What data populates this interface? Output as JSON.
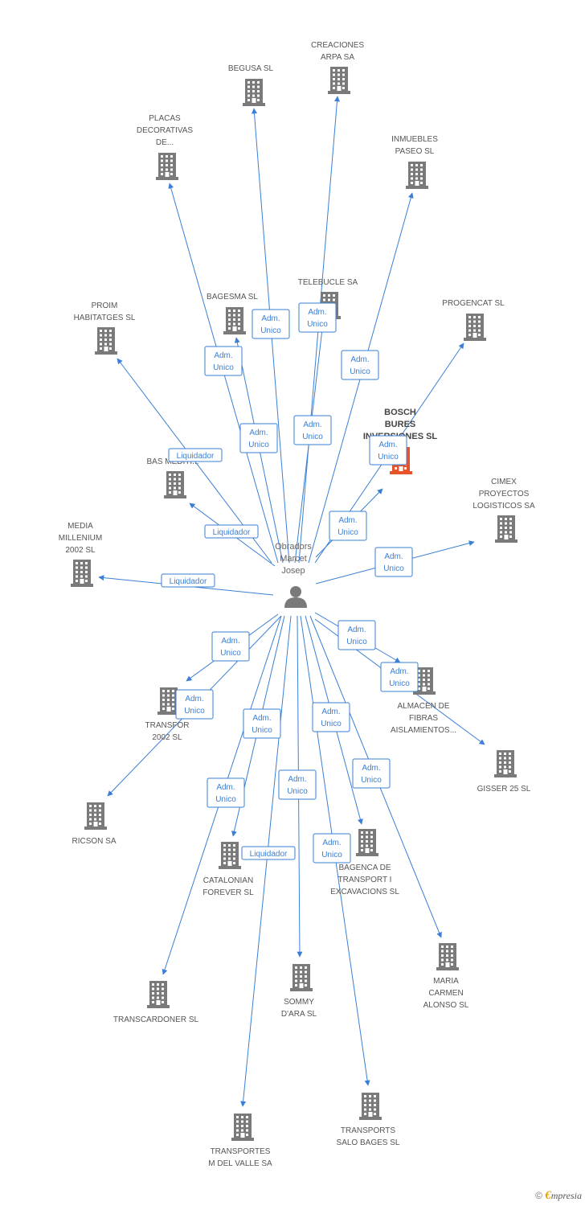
{
  "center": {
    "label": [
      "Obradors",
      "Marcet",
      "Josep"
    ]
  },
  "nodes": [
    {
      "id": "creaciones",
      "label": [
        "CREACIONES",
        "ARPA SA"
      ]
    },
    {
      "id": "begusa",
      "label": [
        "BEGUSA SL"
      ]
    },
    {
      "id": "placas",
      "label": [
        "PLACAS",
        "DECORATIVAS",
        "DE..."
      ]
    },
    {
      "id": "inmuebles",
      "label": [
        "INMUEBLES",
        "PASEO SL"
      ]
    },
    {
      "id": "telebucle",
      "label": [
        "TELEBUCLE SA"
      ]
    },
    {
      "id": "bagesma",
      "label": [
        "BAGESMA SL"
      ]
    },
    {
      "id": "progencat",
      "label": [
        "PROGENCAT SL"
      ]
    },
    {
      "id": "proim",
      "label": [
        "PROIM",
        "HABITATGES SL"
      ]
    },
    {
      "id": "bosch",
      "label": [
        "BOSCH",
        "BURES",
        "INVERSIONES SL"
      ],
      "highlight": true
    },
    {
      "id": "basmed",
      "label": [
        "BAS MEDITI..."
      ]
    },
    {
      "id": "cimex",
      "label": [
        "CIMEX",
        "PROYECTOS",
        "LOGISTICOS SA"
      ]
    },
    {
      "id": "media",
      "label": [
        "MEDIA",
        "MILLENIUM",
        "2002 SL"
      ]
    },
    {
      "id": "almacen",
      "label": [
        "ALMACEN DE",
        "FIBRAS",
        "AISLAMIENTOS..."
      ]
    },
    {
      "id": "transfor",
      "label": [
        "TRANSFOR",
        "2002 SL"
      ]
    },
    {
      "id": "gisser",
      "label": [
        "GISSER 25 SL"
      ]
    },
    {
      "id": "ricson",
      "label": [
        "RICSON SA"
      ]
    },
    {
      "id": "bagenca",
      "label": [
        "BAGENCA DE",
        "TRANSPORT I",
        "EXCAVACIONS SL"
      ]
    },
    {
      "id": "catalonian",
      "label": [
        "CATALONIAN",
        "FOREVER SL"
      ]
    },
    {
      "id": "maria",
      "label": [
        "MARIA",
        "CARMEN",
        "ALONSO SL"
      ]
    },
    {
      "id": "transcardoner",
      "label": [
        "TRANSCARDONER SL"
      ]
    },
    {
      "id": "sommy",
      "label": [
        "SOMMY",
        "D'ARA SL"
      ]
    },
    {
      "id": "transportssalo",
      "label": [
        "TRANSPORTS",
        "SALO BAGES SL"
      ]
    },
    {
      "id": "transportesm",
      "label": [
        "TRANSPORTES",
        "M DEL VALLE SA"
      ]
    }
  ],
  "edges": [
    {
      "to": "creaciones",
      "role": [
        "Adm.",
        "Unico"
      ]
    },
    {
      "to": "begusa",
      "role": [
        "Adm.",
        "Unico"
      ]
    },
    {
      "to": "placas",
      "role": [
        "Adm.",
        "Unico"
      ]
    },
    {
      "to": "inmuebles",
      "role": [
        "Adm.",
        "Unico"
      ]
    },
    {
      "to": "telebucle",
      "role": [
        "Adm.",
        "Unico"
      ]
    },
    {
      "to": "bagesma",
      "role": [
        "Adm.",
        "Unico"
      ]
    },
    {
      "to": "progencat",
      "role": [
        "Adm.",
        "Unico"
      ]
    },
    {
      "to": "proim",
      "role": [
        "Liquidador"
      ]
    },
    {
      "to": "bosch",
      "role": [
        "Adm.",
        "Unico"
      ]
    },
    {
      "to": "basmed",
      "role": [
        "Liquidador"
      ]
    },
    {
      "to": "cimex",
      "role": [
        "Adm.",
        "Unico"
      ]
    },
    {
      "to": "media",
      "role": [
        "Liquidador"
      ]
    },
    {
      "to": "almacen",
      "role": [
        "Adm.",
        "Unico"
      ]
    },
    {
      "to": "transfor",
      "role": [
        "Adm.",
        "Unico"
      ]
    },
    {
      "to": "gisser",
      "role": [
        "Adm.",
        "Unico"
      ]
    },
    {
      "to": "ricson",
      "role": [
        "Adm.",
        "Unico"
      ]
    },
    {
      "to": "bagenca",
      "role": [
        "Adm.",
        "Unico"
      ]
    },
    {
      "to": "catalonian",
      "role": [
        "Adm.",
        "Unico"
      ]
    },
    {
      "to": "maria",
      "role": [
        "Adm.",
        "Unico"
      ]
    },
    {
      "to": "transcardoner",
      "role": [
        "Adm.",
        "Unico"
      ]
    },
    {
      "to": "sommy",
      "role": [
        "Adm.",
        "Unico"
      ]
    },
    {
      "to": "transportssalo",
      "role": [
        "Adm.",
        "Unico"
      ]
    },
    {
      "to": "transportesm",
      "role": [
        "Liquidador"
      ]
    }
  ],
  "colors": {
    "edge": "#3a7fd5",
    "building": "#7a7a7a",
    "highlight": "#e8542a",
    "person": "#7a7a7a"
  },
  "footer": {
    "copyright": "©",
    "brand_e": "€",
    "brand_rest": "mpresia"
  }
}
